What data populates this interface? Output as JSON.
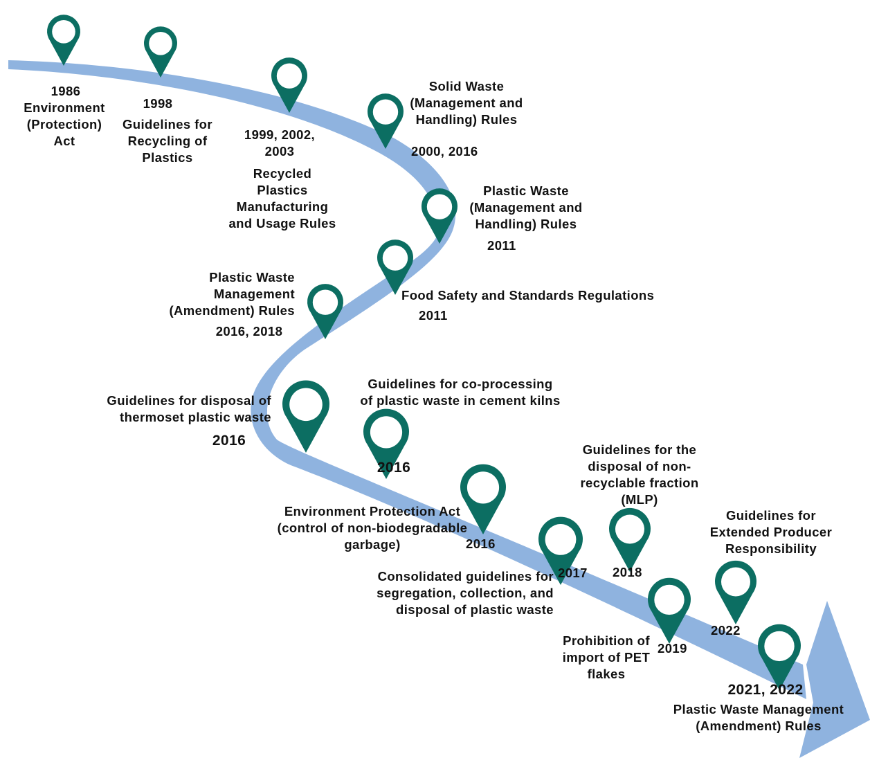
{
  "colors": {
    "road": "#8fb3df",
    "pin": "#0c6e62",
    "pin_dark": "#0a5a50",
    "text": "#111111"
  },
  "icons": {
    "marker": "map-pin-icon"
  },
  "labels": {
    "l1986_year": "1986",
    "l1986_title": "Environment\n(Protection)\nAct",
    "l1998_year": "1998",
    "l1998_title": "Guidelines for\nRecycling of\nPlastics",
    "l1999_year": "1999, 2002,\n2003",
    "l1999_title": "Recycled\nPlastics\nManufacturing\nand Usage Rules",
    "swm_title": "Solid Waste\n(Management and\nHandling) Rules",
    "swm_year": "2000, 2016",
    "pwm_title": "Plastic Waste\n(Management and\nHandling) Rules",
    "pwm_year": "2011",
    "fss_title": "Food Safety and Standards Regulations",
    "fss_year": "2011",
    "pwma_title": "Plastic Waste\nManagement\n(Amendment) Rules",
    "pwma_year": "2016, 2018",
    "thermo_title": "Guidelines for disposal of\nthermoset plastic waste",
    "thermo_year": "2016",
    "cement_title": "Guidelines for co-processing\nof plastic waste in cement kilns",
    "cement_year": "2016",
    "epa_title": "Environment Protection Act\n(control of non-biodegradable\ngarbage)",
    "epa_year": "2016",
    "consol_title": "Consolidated guidelines for\nsegregation, collection, and\ndisposal of plastic waste",
    "consol_year": "2017",
    "mlp_title": "Guidelines for the\ndisposal of non-\nrecyclable fraction\n(MLP)",
    "mlp_year": "2018",
    "pet_title": "Prohibition of\nimport of PET\nflakes",
    "pet_year": "2019",
    "epr_title": "Guidelines for\nExtended Producer\nResponsibility",
    "epr_year": "2022",
    "pwm2_year": "2021, 2022",
    "pwm2_title": "Plastic Waste Management\n(Amendment) Rules"
  }
}
